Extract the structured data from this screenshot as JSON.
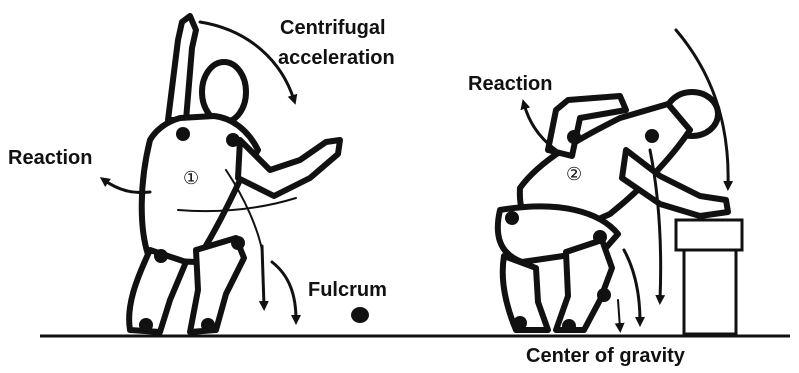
{
  "labels": {
    "centrifugal_line1": "Centrifugal",
    "centrifugal_line2": "acceleration",
    "reaction_left": "Reaction",
    "reaction_right": "Reaction",
    "fulcrum": "Fulcrum",
    "center_of_gravity": "Center of gravity",
    "figure1_marker": "①",
    "figure2_marker": "②"
  },
  "colors": {
    "ink": "#111111",
    "background": "#ffffff"
  }
}
